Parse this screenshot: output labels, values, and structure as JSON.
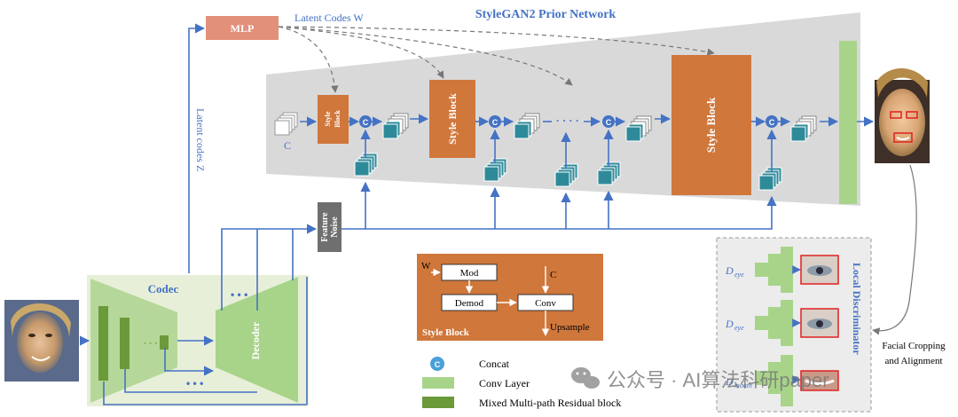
{
  "title": "StyleGAN2 Prior Network",
  "mlp_label": "MLP",
  "latent_w_label": "Latent Codes  W",
  "latent_z_label": "Latent codes Z",
  "constant_label": "C",
  "style_block_label": "Style Block",
  "style_block_small_label": [
    "Style",
    "Block"
  ],
  "feature_noise_label": [
    "Feature",
    "Noise"
  ],
  "codec_label": "Codec",
  "decoder_label": "Decoder",
  "ellipsis": "• • •",
  "ellipsis_small": "· · · ·",
  "detail": {
    "w_label": "W",
    "mod_label": "Mod",
    "demod_label": "Demod",
    "conv_label": "Conv",
    "c_label": "C",
    "upsample_label": "Upsample",
    "title": "Style Block"
  },
  "legend": [
    {
      "symbol": "concat",
      "label": "Concat"
    },
    {
      "symbol": "conv",
      "label": "Conv  Layer"
    },
    {
      "symbol": "mixed",
      "label": "Mixed Multi-path Residual block"
    }
  ],
  "local_disc": {
    "title": "Local  Discriminator",
    "rows": [
      {
        "label": "D",
        "sub": "eye"
      },
      {
        "label": "D",
        "sub": "eye"
      },
      {
        "label": "D",
        "sub": "mouth"
      }
    ]
  },
  "facial_cropping_label": [
    "Facial Cropping",
    "and Alignment"
  ],
  "watermark": "公众号 · AI算法科研paper",
  "colors": {
    "orange": "#d0773b",
    "teal": "#2e8a99",
    "light_green": "#a8d48a",
    "dark_green": "#6b9a3a",
    "arrow_blue": "#4472c4",
    "mlp": "#e2907a",
    "gray_bg": "#d9d9d9",
    "title_blue": "#4472c4"
  }
}
